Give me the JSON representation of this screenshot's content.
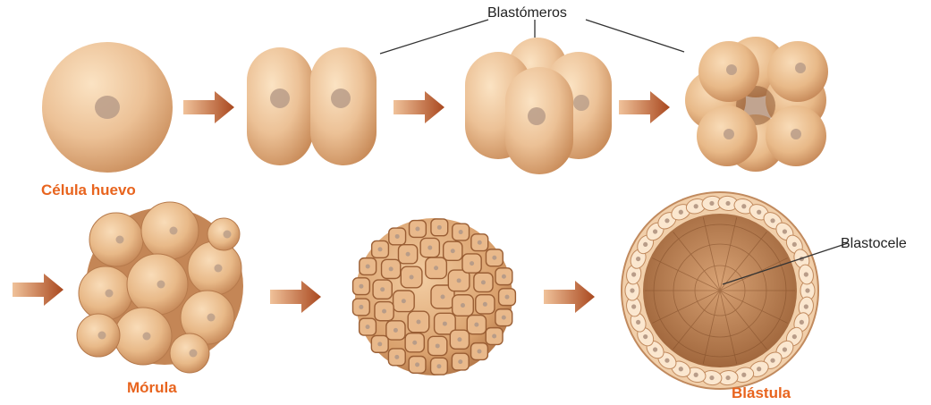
{
  "labels": {
    "egg_cell": "Célula huevo",
    "blastomeres": "Blastómeros",
    "morula": "Mórula",
    "blastula": "Blástula",
    "blastocoel": "Blastocele"
  },
  "colors": {
    "stage_label": "#e8641e",
    "arrow": "#b5552a",
    "cell_light": "#f8d7ae",
    "cell_mid": "#e6b486",
    "cell_dark": "#c88a58",
    "nucleus": "#b99a86",
    "pointer_line": "#333333"
  }
}
